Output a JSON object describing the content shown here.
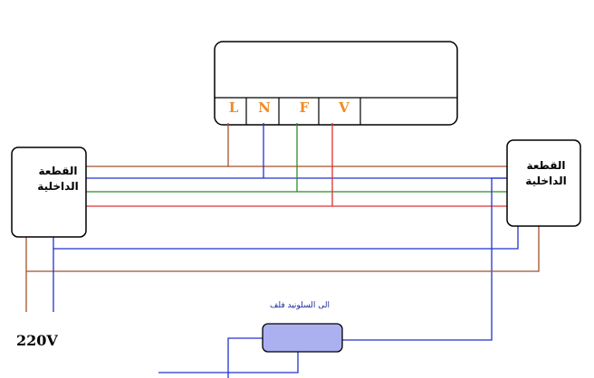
{
  "diagram": {
    "control_unit": {
      "terminals": [
        "L",
        "N",
        "F",
        "V"
      ],
      "terminal_color": "#f08a24"
    },
    "left_unit": {
      "line1": "القطعة",
      "line2": "الداخلية"
    },
    "right_unit": {
      "line1": "القطعة",
      "line2": "الداخلية"
    },
    "valve_label": "الى السلونيد فلف",
    "valve_fill": "#aab0f0",
    "supply_label": "220V",
    "wire_colors": {
      "L": "#a0522d",
      "N": "#2233cc",
      "F": "#2e8b2e",
      "V": "#e03030"
    }
  }
}
